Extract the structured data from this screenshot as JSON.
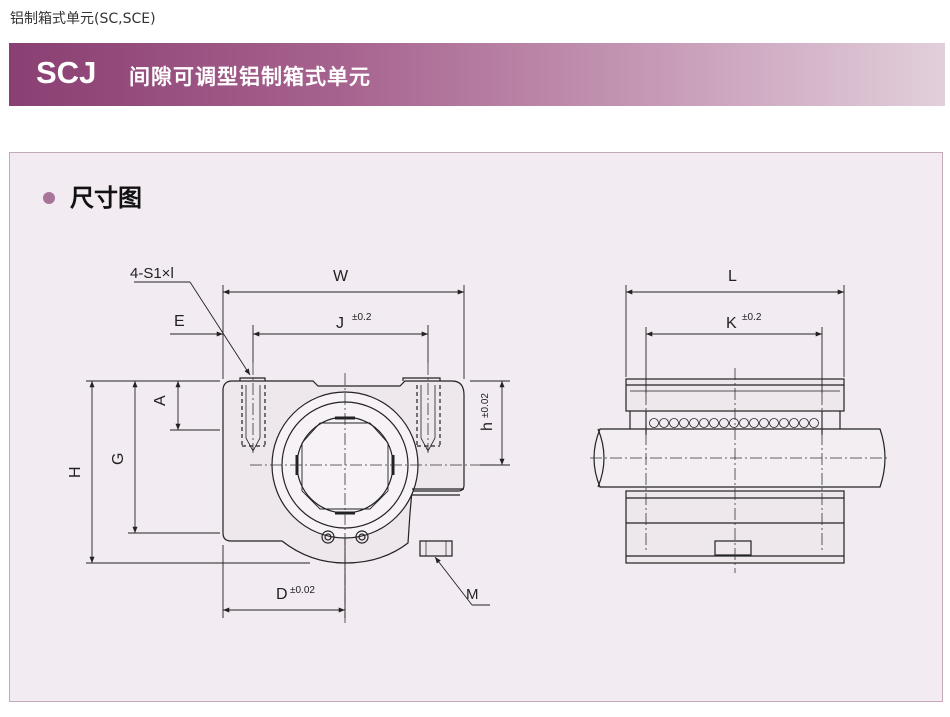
{
  "breadcrumb": "铝制箱式单元(SC,SCE)",
  "header": {
    "model_code": "SCJ",
    "title": "间隙可调型铝制箱式单元"
  },
  "section": {
    "title": "尺寸图"
  },
  "dimensions": {
    "screw_label": "4-S1×l",
    "W": "W",
    "J": "J",
    "J_tol": "±0.2",
    "E": "E",
    "A": "A",
    "H": "H",
    "G": "G",
    "h": "h",
    "h_tol": "±0.02",
    "D": "D",
    "D_tol": "±0.02",
    "M": "M",
    "L": "L",
    "K": "K",
    "K_tol": "±0.2"
  },
  "colors": {
    "header_start": "#8a3f72",
    "header_end": "#e2cfdb",
    "panel_bg": "#f3ebf2",
    "bullet": "#a7749a"
  }
}
